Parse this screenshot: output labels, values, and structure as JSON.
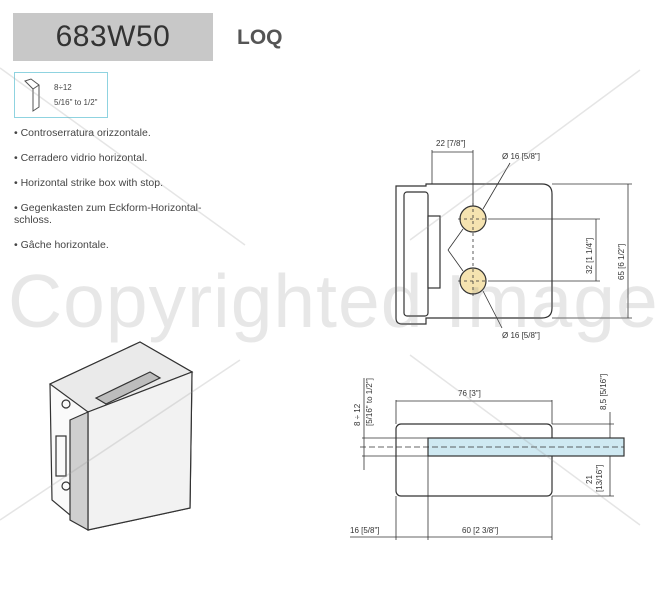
{
  "product": {
    "code": "683W50",
    "brand": "LOQ"
  },
  "glass_thickness": {
    "range": "8÷12",
    "inch": "5/16\" to 1/2\""
  },
  "descriptions": [
    "• Controserratura orizzontale.",
    "• Cerradero vidrio horizontal.",
    "• Horizontal strike box with stop.",
    "• Gegenkasten zum Eckform-Horizontal-\nschloss.",
    "• Gâche horizontale."
  ],
  "dimensions": {
    "top_width": "22 [7/8\"]",
    "hole_top": "Ø 16 [5/8\"]",
    "hole_bottom": "Ø 16 [5/8\"]",
    "hole_spacing": "32 [1  1/4\"]",
    "height": "65 [6  1/2\"]",
    "length": "76 [3\"]",
    "glass": "8 ÷ 12",
    "glass_inch": "[5/16\" to 1/2\"]",
    "top_offset": "8,5 [5/16\"]",
    "side_depth": "21",
    "side_depth_inch": "[13/16\"]",
    "left_offset": "16 [5/8\"]",
    "bottom_width": "60 [2  3/8\"]"
  },
  "watermark": "Copyrighted Image"
}
